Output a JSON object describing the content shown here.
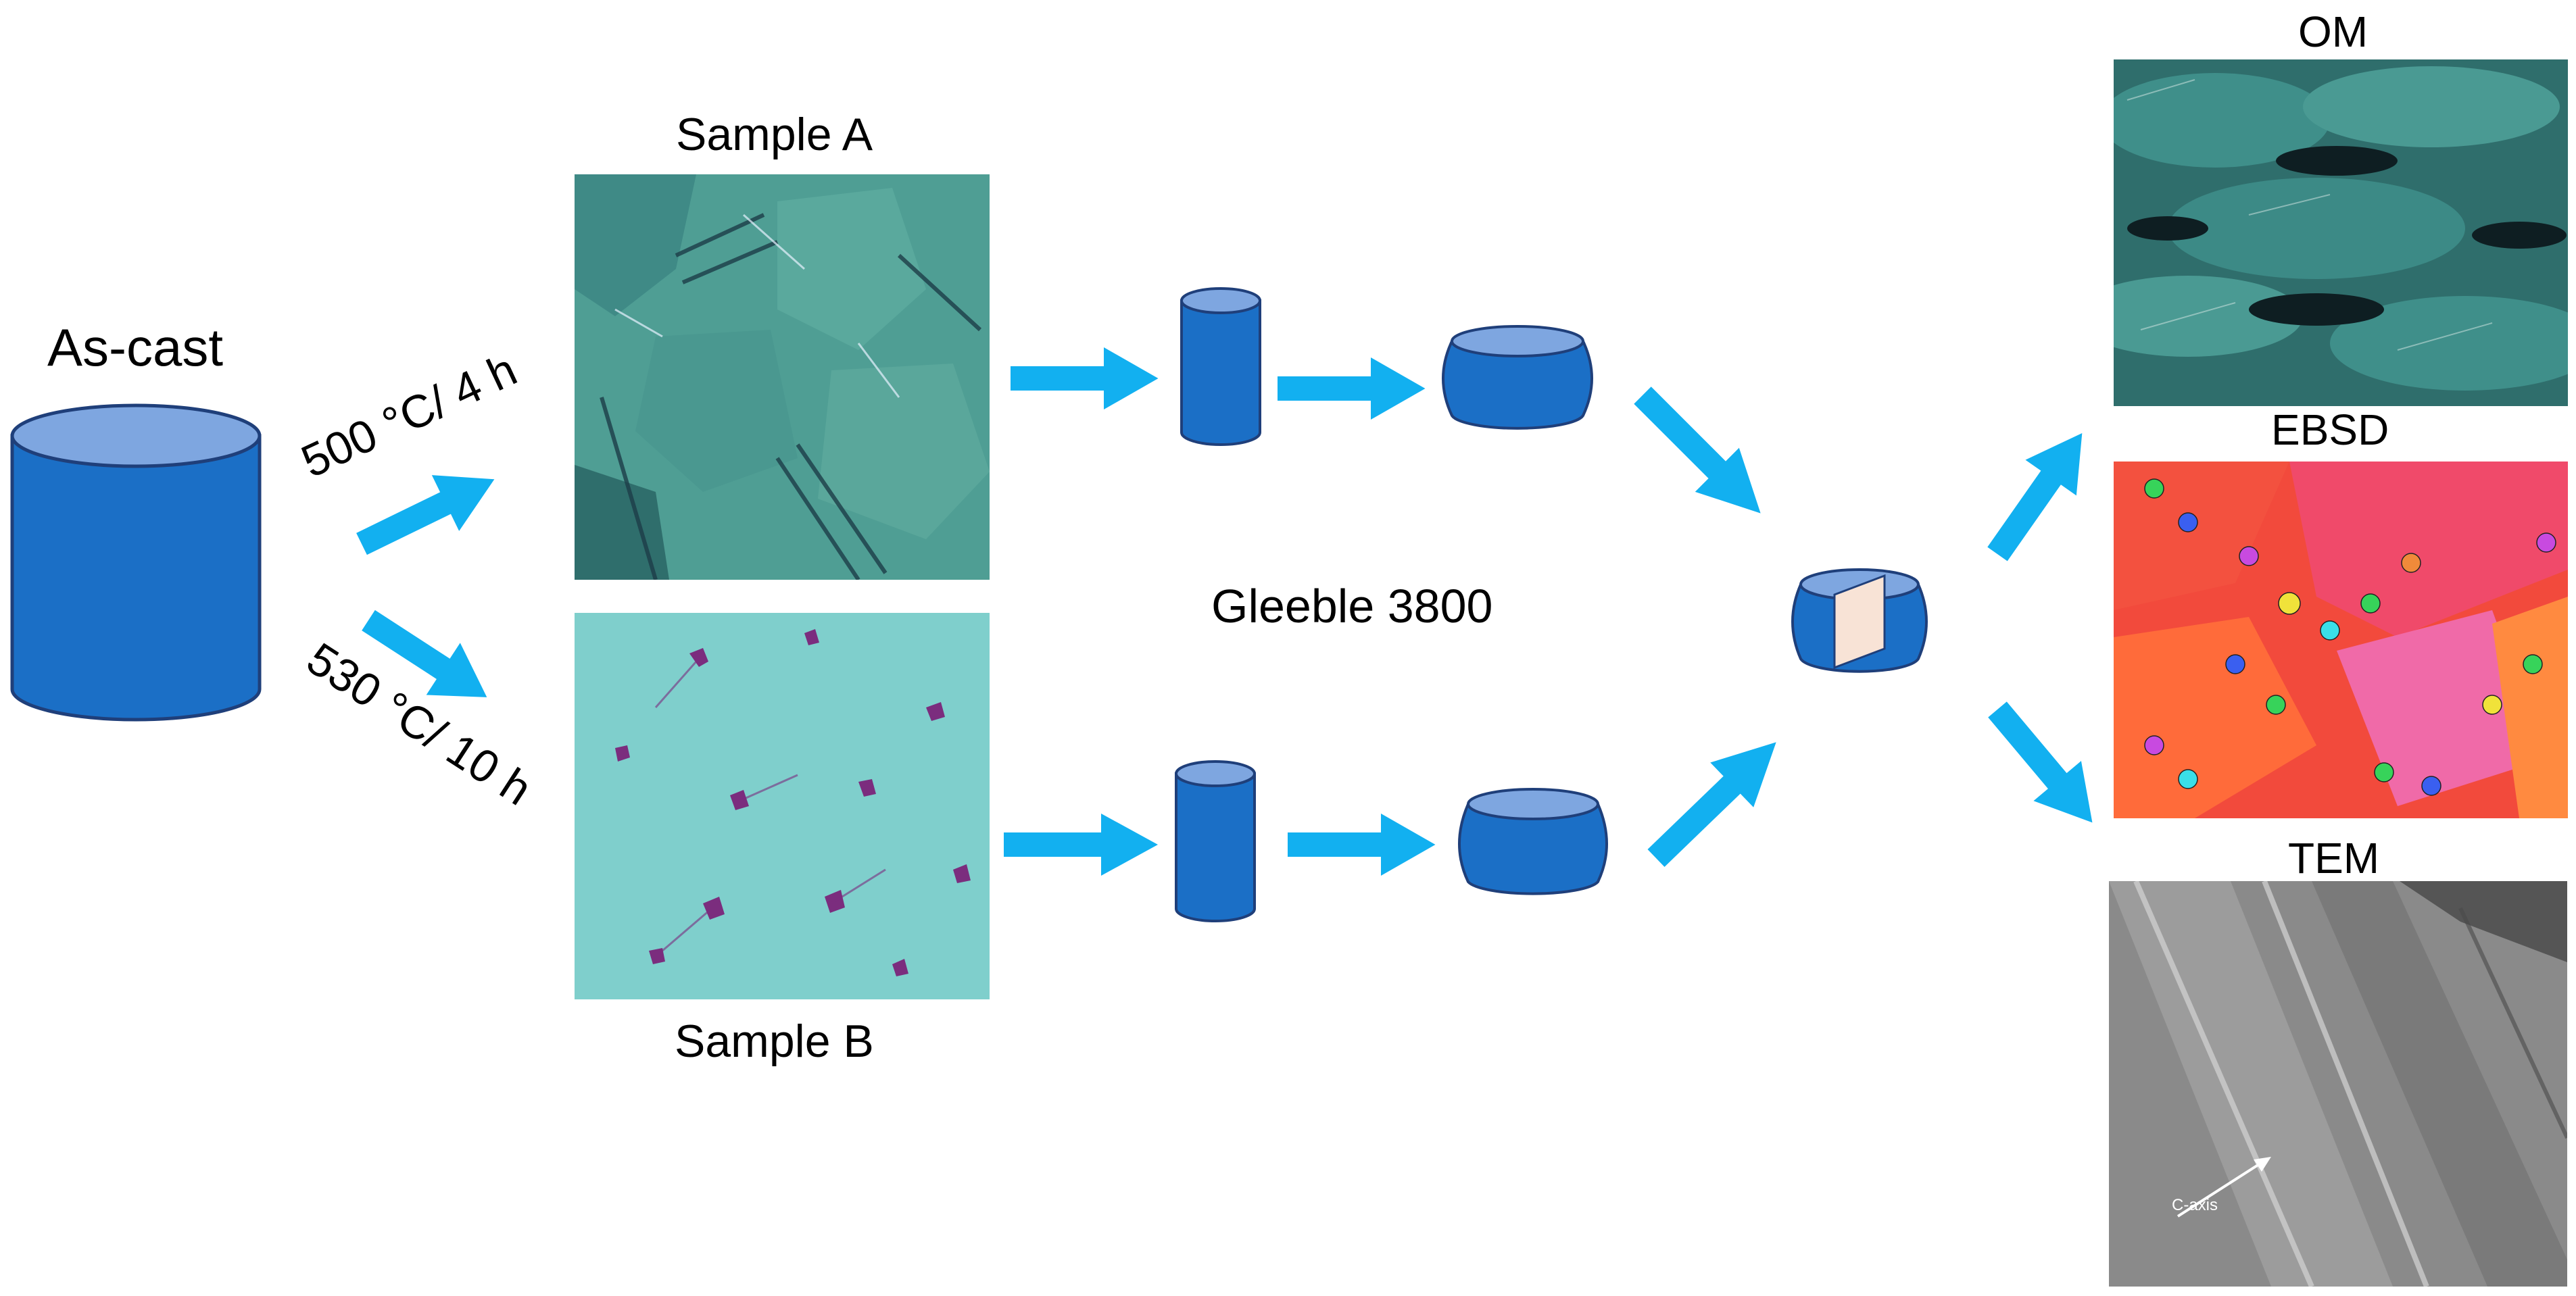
{
  "labels": {
    "as_cast": "As-cast",
    "sample_a": "Sample A",
    "sample_b": "Sample B",
    "treatment_a": "500 °C/ 4 h",
    "treatment_b": "530 °C/ 10 h",
    "gleeble": "Gleeble 3800",
    "om": "OM",
    "ebsd": "EBSD",
    "tem": "TEM",
    "c_axis": "C-axis"
  },
  "colors": {
    "cylinder_body": "#1b6fc6",
    "cylinder_top": "#7ea6e0",
    "cylinder_outline": "#1f3f7a",
    "arrow": "#12b0f0",
    "section_plane": "#f8e3d6",
    "sample_a_bg": "#4f9e94",
    "sample_b_bg": "#7fcfcc",
    "second_phase": "#7b2d7e",
    "om_bg": "#2f6e6c",
    "tem_bg": "#8a8a8a"
  }
}
